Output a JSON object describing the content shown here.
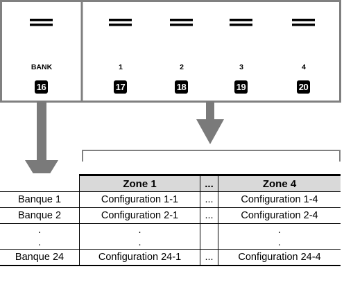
{
  "panel": {
    "bank_label": "BANK",
    "bank_button": "16",
    "zone_buttons": [
      {
        "label": "1",
        "number": "17"
      },
      {
        "label": "2",
        "number": "18"
      },
      {
        "label": "3",
        "number": "19"
      },
      {
        "label": "4",
        "number": "20"
      }
    ],
    "colors": {
      "frame": "#808080",
      "arrow": "#7a7a7a",
      "button": "#000000",
      "header_fill": "#d9d9d9"
    }
  },
  "table": {
    "headers": [
      "",
      "Zone 1",
      "...",
      "Zone 4"
    ],
    "rows": [
      [
        "Banque 1",
        "Configuration 1-1",
        "...",
        "Configuration 1-4"
      ],
      [
        "Banque 2",
        "Configuration 2-1",
        "...",
        "Configuration 2-4"
      ],
      [
        ".",
        ".",
        "",
        "."
      ],
      [
        ".",
        ".",
        "",
        "."
      ],
      [
        "Banque 24",
        "Configuration 24-1",
        "...",
        "Configuration 24-4"
      ]
    ]
  }
}
